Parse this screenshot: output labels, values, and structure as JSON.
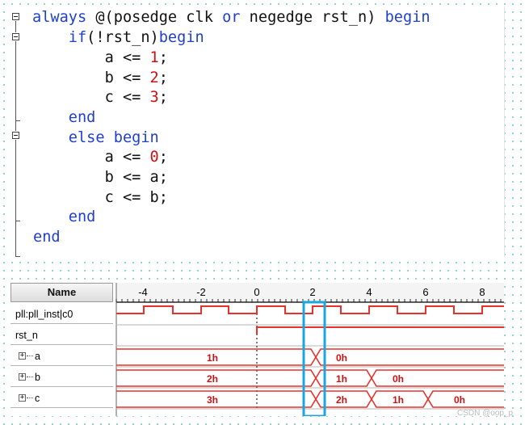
{
  "code_editor": {
    "lines": [
      {
        "indent": "",
        "segments": [
          [
            "kw",
            "always"
          ],
          [
            "t",
            " @(posedge clk "
          ],
          [
            "kw",
            "or"
          ],
          [
            "t",
            " negedge rst_n) "
          ],
          [
            "kw",
            "begin"
          ]
        ]
      },
      {
        "indent": "    ",
        "segments": [
          [
            "kw",
            "if"
          ],
          [
            "t",
            "(!rst_n)"
          ],
          [
            "kw",
            "begin"
          ]
        ]
      },
      {
        "indent": "        ",
        "segments": [
          [
            "t",
            "a <= "
          ],
          [
            "num",
            "1"
          ],
          [
            "t",
            ";"
          ]
        ]
      },
      {
        "indent": "        ",
        "segments": [
          [
            "t",
            "b <= "
          ],
          [
            "num",
            "2"
          ],
          [
            "t",
            ";"
          ]
        ]
      },
      {
        "indent": "        ",
        "segments": [
          [
            "t",
            "c <= "
          ],
          [
            "num",
            "3"
          ],
          [
            "t",
            ";"
          ]
        ]
      },
      {
        "indent": "    ",
        "segments": [
          [
            "kw",
            "end"
          ]
        ]
      },
      {
        "indent": "    ",
        "segments": [
          [
            "kw",
            "else begin"
          ]
        ]
      },
      {
        "indent": "        ",
        "segments": [
          [
            "t",
            "a <= "
          ],
          [
            "num",
            "0"
          ],
          [
            "t",
            ";"
          ]
        ]
      },
      {
        "indent": "        ",
        "segments": [
          [
            "t",
            "b <= a;"
          ]
        ]
      },
      {
        "indent": "        ",
        "segments": [
          [
            "t",
            "c <= b;"
          ]
        ]
      },
      {
        "indent": "    ",
        "segments": [
          [
            "kw",
            "end"
          ]
        ]
      },
      {
        "indent": "",
        "segments": [
          [
            "kw",
            "end"
          ]
        ]
      }
    ]
  },
  "waveform": {
    "name_header": "Name",
    "time_ticks": [
      "-4",
      "-2",
      "0",
      "2",
      "4",
      "6",
      "8"
    ],
    "signals": [
      {
        "name": "pll:pll_inst|c0",
        "expandable": false
      },
      {
        "name": "rst_n",
        "expandable": false
      },
      {
        "name": "a",
        "expandable": true,
        "expand_symbol": "+"
      },
      {
        "name": "b",
        "expandable": true,
        "expand_symbol": "+"
      },
      {
        "name": "c",
        "expandable": true,
        "expand_symbol": "+"
      }
    ],
    "bus_values": {
      "a": [
        "1h",
        "0h"
      ],
      "b": [
        "2h",
        "1h",
        "0h"
      ],
      "c": [
        "3h",
        "2h",
        "1h",
        "0h"
      ]
    },
    "colors": {
      "wave": "#e8312c",
      "highlight_box": "#1aa7e0",
      "dotted_background": "#8fd3cc",
      "keyword": "#1f3fd1",
      "number": "#d01010"
    }
  },
  "watermark": "CSDN @oop_p"
}
